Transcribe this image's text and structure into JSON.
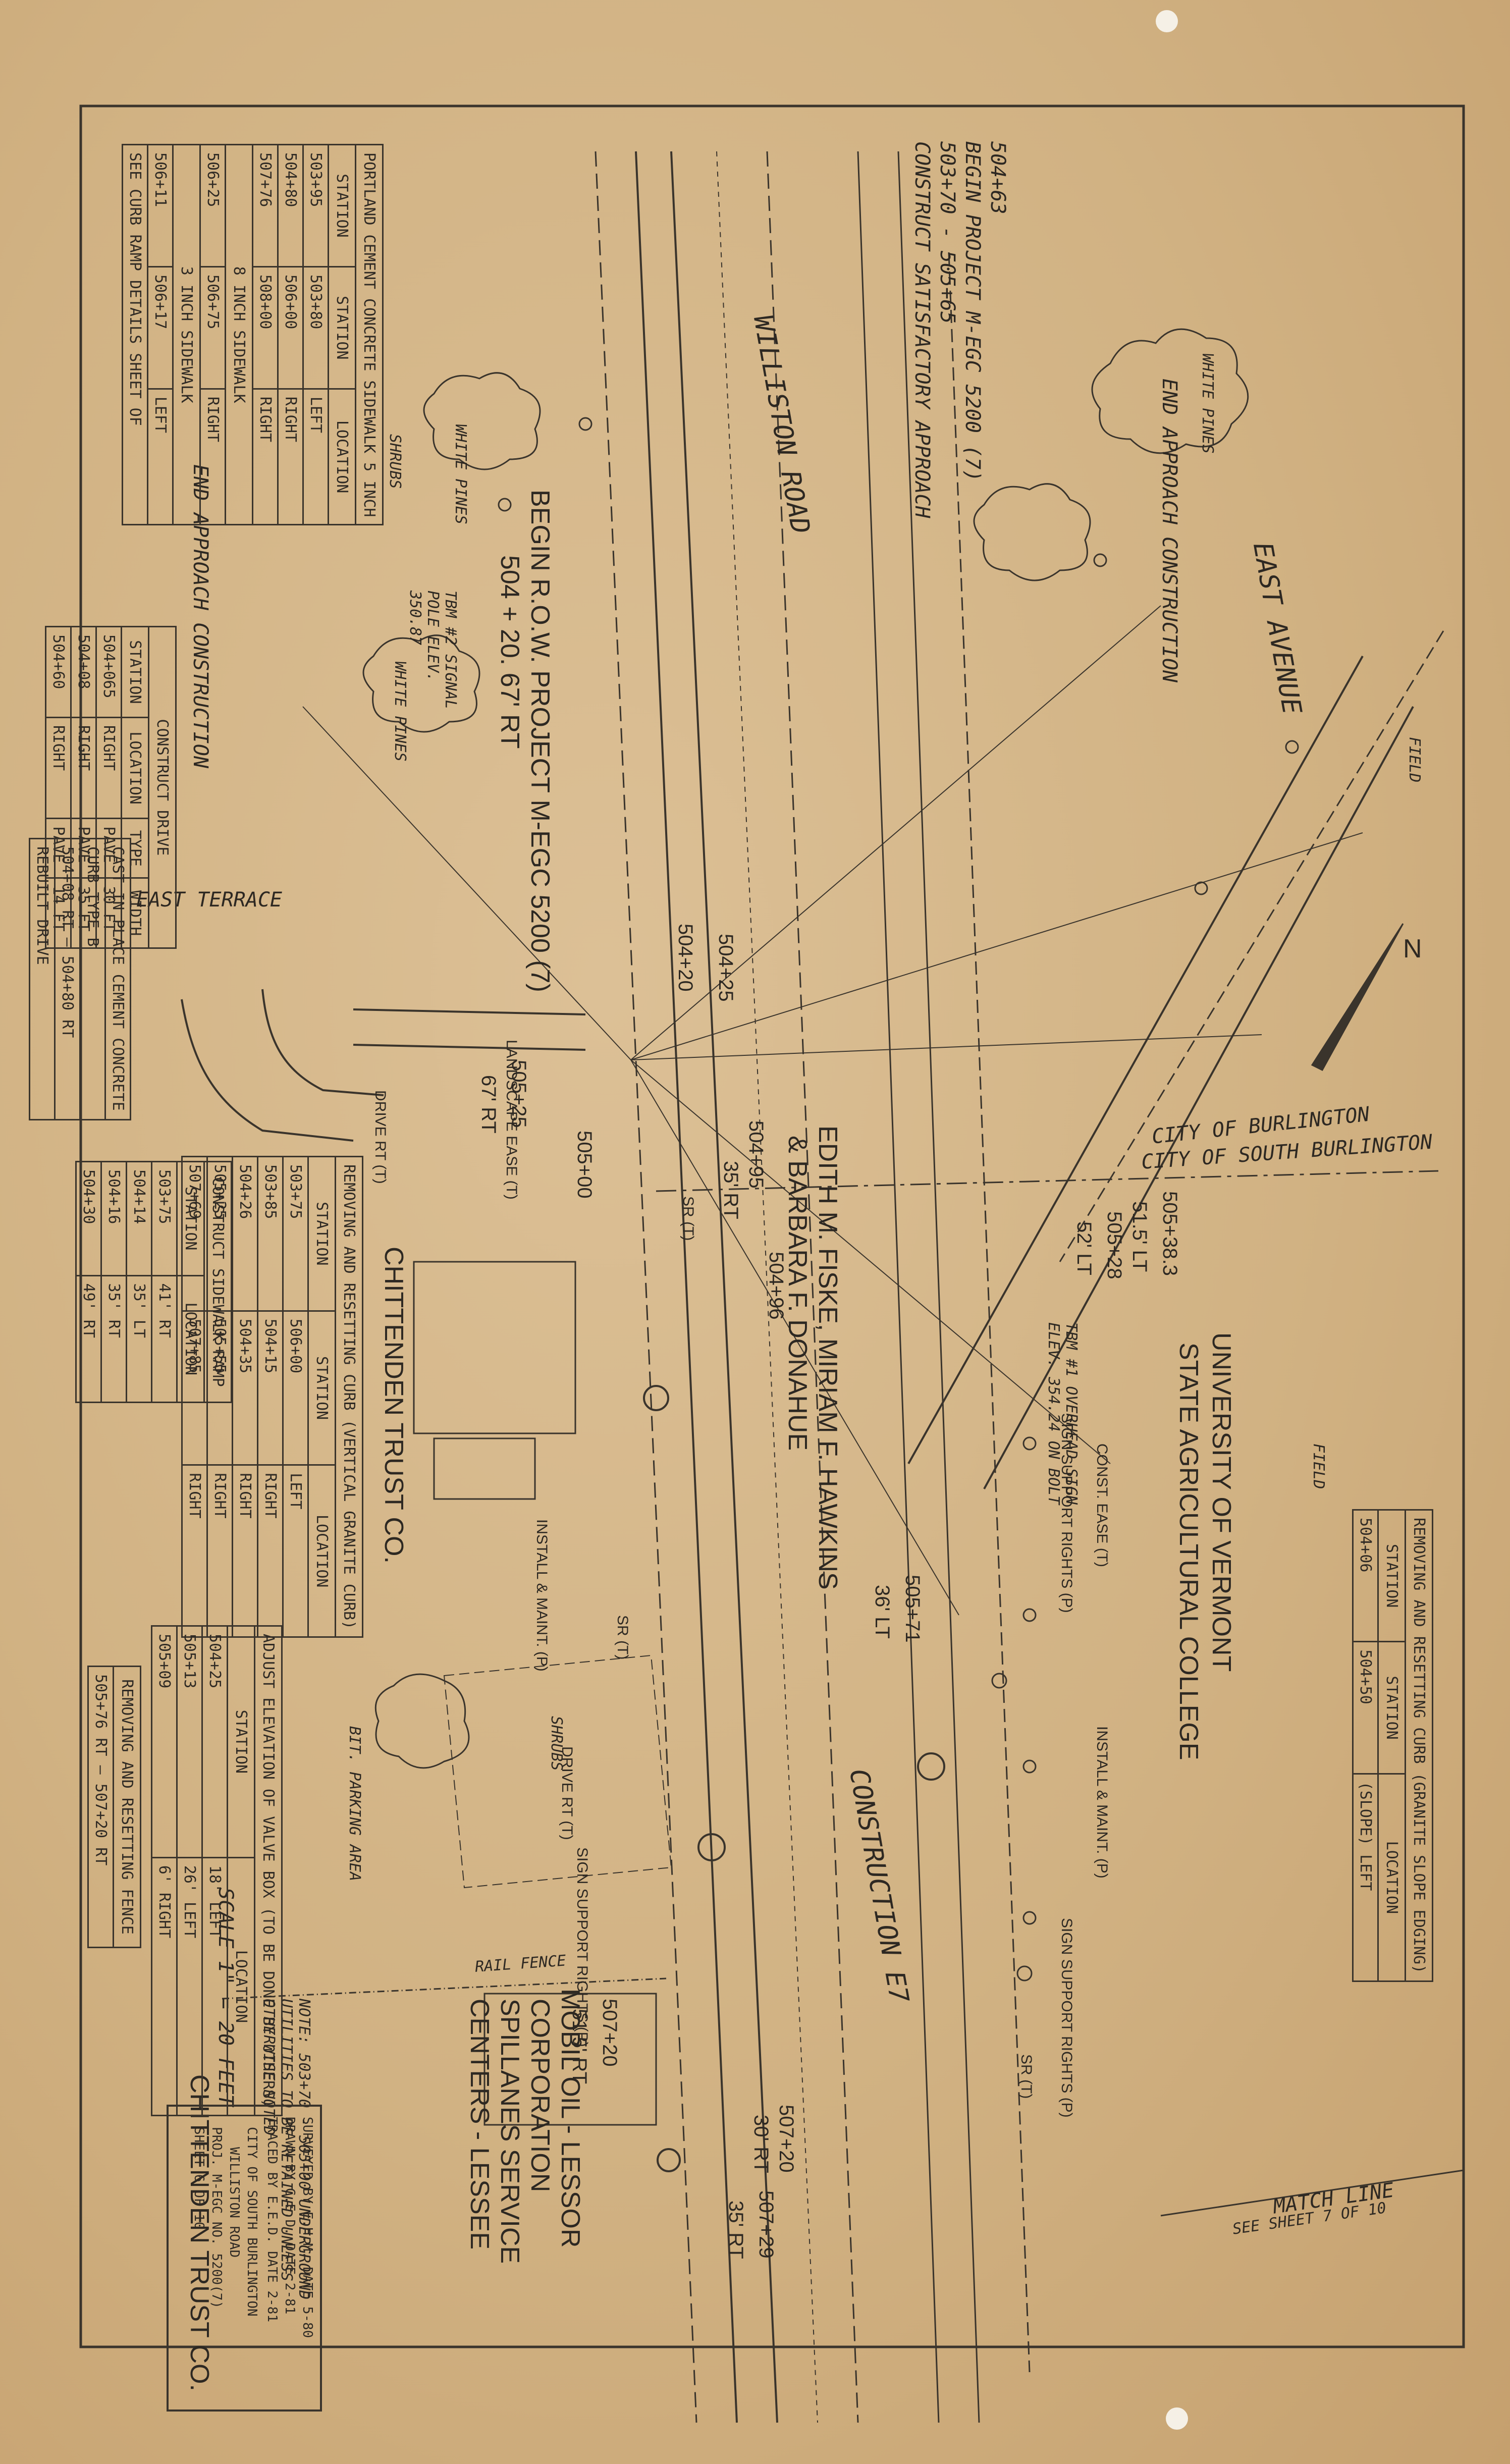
{
  "drawing": {
    "streets": {
      "east_avenue": "EAST AVENUE",
      "williston_road": "WILLISTON ROAD",
      "east_terrace": "EAST TERRACE"
    },
    "owners": {
      "uvm_line1": "UNIVERSITY OF VERMONT",
      "uvm_line2": "STATE AGRICULTURAL COLLEGE",
      "fiske_line1": "EDITH M. FISKE, MIRIAM F. HAWKINS",
      "fiske_line2": "& BARBARA F. DONAHUE",
      "chittenden_top": "CHITTENDEN TRUST CO.",
      "chittenden_bottom": "CHITTENDEN TRUST CO.",
      "chittenden_bldg": "CHITTENDEN TRUST CO.",
      "mobil_line1": "MOBIL OIL - LESSOR",
      "mobil_line2": "CORPORATION",
      "mobil_line3": "SPILLANES SERVICE",
      "mobil_line4": "CENTERS - LESSEE"
    },
    "city_lines": {
      "burlington": "CITY OF BURLINGTON",
      "south_burlington": "CITY OF SOUTH BURLINGTON"
    },
    "begin_row": "BEGIN R.O.W. PROJECT M-EGC 5200 (7)",
    "begin_row_sta": "504 + 20. 67' RT",
    "stations": {
      "s504_25": "504+25",
      "s504_20": "504+20",
      "s504_95": "504+95",
      "s504_95_off": "35' RT",
      "s504_96": "504+96",
      "s505_25": "505+25",
      "s505_25_off": "67' RT",
      "s505_28": "505+28",
      "s505_28_off": "52' LT",
      "s505_38": "505+38.3",
      "s505_38_off": "51.5' LT",
      "s505_71": "505+71",
      "s505_71_off": "36' LT",
      "s506_00": "505+00",
      "s507_20": "507+20",
      "s507_20_off": "30' RT",
      "s507_29": "507+29",
      "s507_29_off": "35' RT",
      "s507_20b": "507+20",
      "s507_20b_off": "51.5' RT"
    },
    "notes": {
      "end_approach": "END APPROACH CONSTRUCTION",
      "end_approach2": "END APPROACH CONSTRUCTION",
      "construction": "CONSTRUCTION E7",
      "match_line": "MATCH LINE",
      "match_line_sub": "SEE SHEET 7 OF 10",
      "approach_note1": "504+63",
      "approach_note2": "BEGIN PROJECT M-EGC 5200 (7)",
      "approach_note3": "503+70 - 505+65",
      "approach_note4": "CONSTRUCT SATISFACTORY APPROACH",
      "drive_rt": "DRIVE RT (T)",
      "inst_maint": "INSTALL & MAINT. (P)",
      "sign_support": "SIGN SUPPORT RIGHTS (P)",
      "const_ease": "CONST. EASE (T)",
      "landscape": "LANDSCAPE EASE (T)",
      "sr": "SR (T)",
      "white_pines": "WHITE PINES",
      "shrubs": "SHRUBS",
      "field": "FIELD",
      "rail_fence": "RAIL FENCE",
      "bit_parking": "BIT. PARKING AREA",
      "dot_note": "NOTE: 503+70 - 505+00 UNDERGROUND UTILITIES TO BE RETAINED UNLESS OTHERWISE NOTED",
      "scale": "SCALE 1\" = 20 FEET",
      "tbm1": "TBM #1 OVERHEAD SIGN ELEV. 354.24 ON BOLT",
      "tbm2": "TBM #2 SIGNAL POLE ELEV. 350.87",
      "n_arrow": "N"
    },
    "table_sidewalk_4": {
      "title": "PORTLAND CEMENT CONCRETE SIDEWALK 5 INCH",
      "headers": [
        "STATION",
        "STATION",
        "LOCATION"
      ],
      "rows": [
        [
          "503+95",
          "503+80",
          "LEFT"
        ],
        [
          "504+80",
          "506+00",
          "RIGHT"
        ],
        [
          "507+76",
          "508+00",
          "RIGHT"
        ]
      ],
      "sub_title": "8 INCH SIDEWALK",
      "sub_rows": [
        [
          "506+25",
          "506+75",
          "RIGHT"
        ]
      ],
      "sub_title2": "3 INCH SIDEWALK",
      "sub_rows2": [
        [
          "506+11",
          "506+17",
          "LEFT"
        ]
      ],
      "footer": "SEE CURB RAMP DETAILS SHEET OF"
    },
    "table_drive": {
      "title": "CONSTRUCT DRIVE",
      "headers": [
        "STATION",
        "LOCATION",
        "TYPE",
        "WIDTH"
      ],
      "rows": [
        [
          "504+065",
          "RIGHT",
          "PAVE",
          "30 FT"
        ],
        [
          "504+08",
          "RIGHT",
          "PAVE",
          "35 FT"
        ],
        [
          "504+60",
          "RIGHT",
          "PAVE",
          "14 FT"
        ]
      ]
    },
    "table_curb_note": {
      "line1": "CAST IN PLACE CEMENT CONCRETE",
      "line2": "CURB TYPE B",
      "line3": "504+08 RT — 504+80 RT",
      "line4": "REBUILT DRIVE"
    },
    "table_granite": {
      "title": "REMOVING AND RESETTING CURB (VERTICAL GRANITE CURB)",
      "headers": [
        "STATION",
        "STATION",
        "LOCATION"
      ],
      "rows": [
        [
          "503+75",
          "506+00",
          "LEFT"
        ],
        [
          "503+85",
          "504+15",
          "RIGHT"
        ],
        [
          "504+26",
          "504+35",
          "RIGHT"
        ],
        [
          "505+25",
          "505+55",
          "RIGHT"
        ],
        [
          "507+69",
          "507+85",
          "RIGHT"
        ]
      ]
    },
    "table_ramp": {
      "title": "CONSTRUCT SIDEWALK RAMP",
      "headers": [
        "STATION",
        "LOCATION"
      ],
      "rows": [
        [
          "503+75",
          "41' RT"
        ],
        [
          "504+14",
          "35' LT"
        ],
        [
          "504+16",
          "35' RT"
        ],
        [
          "504+30",
          "49' RT"
        ]
      ]
    },
    "table_valve": {
      "title": "ADJUST ELEVATION OF VALVE BOX (TO BE DONE BY OTHERS)",
      "headers": [
        "STATION",
        "LOCATION"
      ],
      "rows": [
        [
          "504+25",
          "18' LEFT"
        ],
        [
          "505+13",
          "26' LEFT"
        ],
        [
          "505+09",
          "6' RIGHT"
        ]
      ]
    },
    "table_fence": {
      "title": "REMOVING AND RESETTING FENCE",
      "row": "505+76 RT — 507+20 RT"
    },
    "table_uvm_curb": {
      "title": "REMOVING AND RESETTING CURB (GRANITE SLOPE EDGING)",
      "headers": [
        "STATION",
        "STATION",
        "LOCATION"
      ],
      "rows": [
        [
          "504+06",
          "504+50",
          "(SLOPE) LEFT"
        ]
      ]
    },
    "title_block": {
      "surveyed": "SURVEYED BY",
      "surveyed_val": "E.H.M.",
      "drawn": "DRAWN BY",
      "drawn_val": "C.E.D.",
      "traced": "TRACED BY",
      "traced_val": "E.E.D.",
      "date_lbl": "DATE",
      "date1": "5-80",
      "date2": "2-81",
      "date3": "2-81",
      "city": "CITY OF SOUTH BURLINGTON",
      "road": "WILLISTON ROAD",
      "proj": "PROJ. M-EGC NO. 5200(7)",
      "sheet": "SHEET 6 OF 10"
    }
  }
}
